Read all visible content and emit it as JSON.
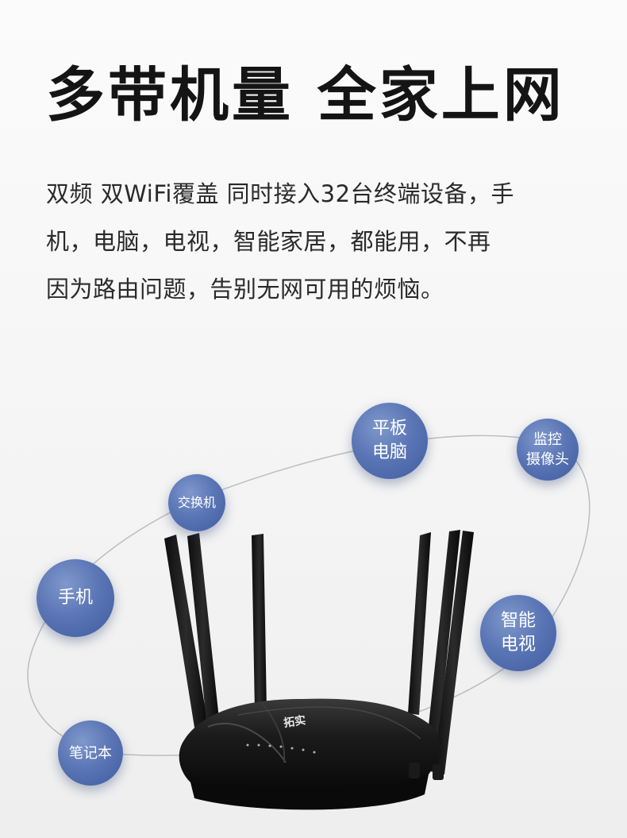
{
  "headline": "多带机量  全家上网",
  "description": {
    "line1": "双频 双WiFi覆盖 同时接入32台终端设备，手",
    "line2": "机，电脑，电视，智能家居，都能用，不再",
    "line3": "因为路由问题，告别无网可用的烦恼。"
  },
  "devices": {
    "tablet": "平板\n电脑",
    "camera": "监控\n摄像头",
    "switch": "交换机",
    "phone": "手机",
    "smart_tv": "智能\n电视",
    "laptop": "笔记本"
  },
  "router": {
    "brand": "拓实",
    "color": "#151515"
  },
  "colors": {
    "bubble": "#4f6aad",
    "headline": "#141414",
    "body_text": "#2a2a2a",
    "orbit": "#bdbdbd"
  }
}
